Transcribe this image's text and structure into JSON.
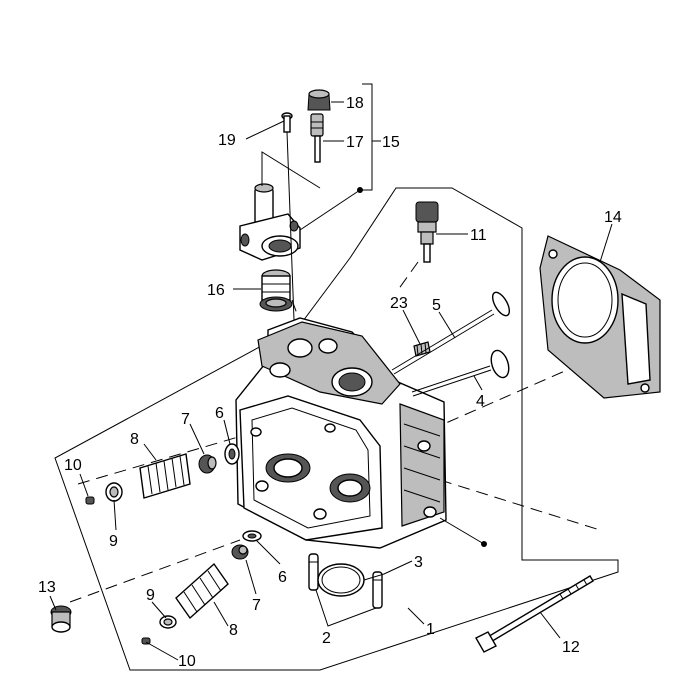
{
  "callouts": {
    "c1": "1",
    "c2": "2",
    "c3": "3",
    "c4": "4",
    "c5": "5",
    "c6a": "6",
    "c6b": "6",
    "c7a": "7",
    "c7b": "7",
    "c8a": "8",
    "c8b": "8",
    "c9a": "9",
    "c9b": "9",
    "c10a": "10",
    "c10b": "10",
    "c11": "11",
    "c12": "12",
    "c13": "13",
    "c14": "14",
    "c15": "15",
    "c16": "16",
    "c17": "17",
    "c18": "18",
    "c19": "19",
    "c23": "23"
  }
}
